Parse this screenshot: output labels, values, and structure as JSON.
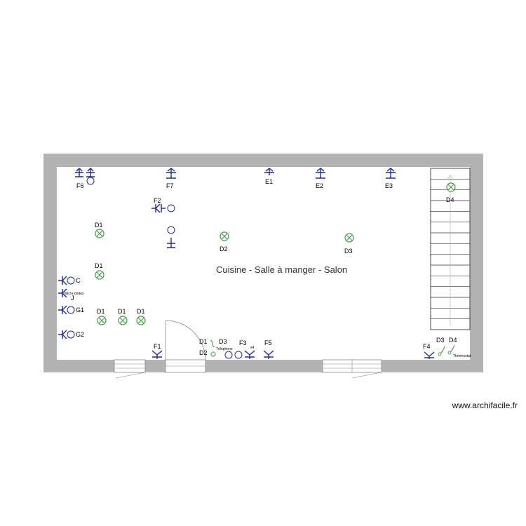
{
  "room_name": "Cuisine - Salle à manger -  Salon",
  "watermark": "www.archifacile.fr",
  "colors": {
    "wall": "#b3b3b3",
    "electric": "#1a2aa0",
    "lamp": "#3aa040"
  },
  "labels": {
    "F6": "F6",
    "F7": "F7",
    "E1": "E1",
    "E2": "E2",
    "E3": "E3",
    "F2": "F2",
    "D1": "D1",
    "D2": "D2",
    "D3": "D3",
    "D4": "D4",
    "C": "C",
    "micro": "Micro-ondes",
    "J": "J",
    "G1": "G1",
    "G2": "G2",
    "F1": "F1",
    "F3": "F3",
    "F4": "F4",
    "F5": "F5",
    "x4": "x4",
    "telephone": "Téléphone",
    "thermostat": "Thermostat"
  }
}
